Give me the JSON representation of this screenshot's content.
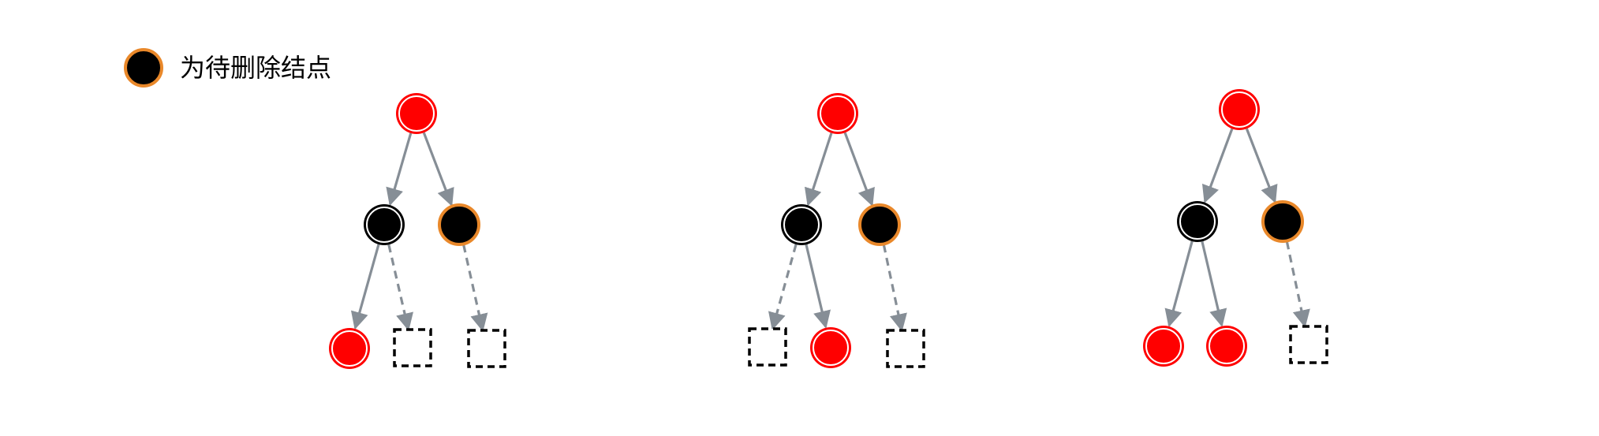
{
  "legend": {
    "label": "为待删除结点",
    "swatch": "node-to-delete"
  },
  "colors": {
    "red_node": "#ff0000",
    "black_node": "#000000",
    "delete_ring": "#e9882a",
    "edge": "#868e96",
    "null_leaf": "#000000"
  },
  "trees": [
    {
      "id": "case-1",
      "nodes": [
        {
          "id": "root",
          "color": "red"
        },
        {
          "id": "left",
          "color": "black"
        },
        {
          "id": "right",
          "color": "black",
          "to_delete": true
        },
        {
          "id": "left-left",
          "color": "red"
        },
        {
          "id": "left-right",
          "type": "nil"
        },
        {
          "id": "right-child",
          "type": "nil"
        }
      ],
      "edges": [
        {
          "from": "root",
          "to": "left",
          "style": "solid"
        },
        {
          "from": "root",
          "to": "right",
          "style": "solid"
        },
        {
          "from": "left",
          "to": "left-left",
          "style": "solid"
        },
        {
          "from": "left",
          "to": "left-right",
          "style": "dashed"
        },
        {
          "from": "right",
          "to": "right-child",
          "style": "dashed"
        }
      ]
    },
    {
      "id": "case-2",
      "nodes": [
        {
          "id": "root",
          "color": "red"
        },
        {
          "id": "left",
          "color": "black"
        },
        {
          "id": "right",
          "color": "black",
          "to_delete": true
        },
        {
          "id": "left-left",
          "type": "nil"
        },
        {
          "id": "left-right",
          "color": "red"
        },
        {
          "id": "right-child",
          "type": "nil"
        }
      ],
      "edges": [
        {
          "from": "root",
          "to": "left",
          "style": "solid"
        },
        {
          "from": "root",
          "to": "right",
          "style": "solid"
        },
        {
          "from": "left",
          "to": "left-left",
          "style": "dashed"
        },
        {
          "from": "left",
          "to": "left-right",
          "style": "solid"
        },
        {
          "from": "right",
          "to": "right-child",
          "style": "dashed"
        }
      ]
    },
    {
      "id": "case-3",
      "nodes": [
        {
          "id": "root",
          "color": "red"
        },
        {
          "id": "left",
          "color": "black"
        },
        {
          "id": "right",
          "color": "black",
          "to_delete": true
        },
        {
          "id": "left-left",
          "color": "red"
        },
        {
          "id": "left-right",
          "color": "red"
        },
        {
          "id": "right-child",
          "type": "nil"
        }
      ],
      "edges": [
        {
          "from": "root",
          "to": "left",
          "style": "solid"
        },
        {
          "from": "root",
          "to": "right",
          "style": "solid"
        },
        {
          "from": "left",
          "to": "left-left",
          "style": "solid"
        },
        {
          "from": "left",
          "to": "left-right",
          "style": "solid"
        },
        {
          "from": "right",
          "to": "right-child",
          "style": "dashed"
        }
      ]
    }
  ]
}
